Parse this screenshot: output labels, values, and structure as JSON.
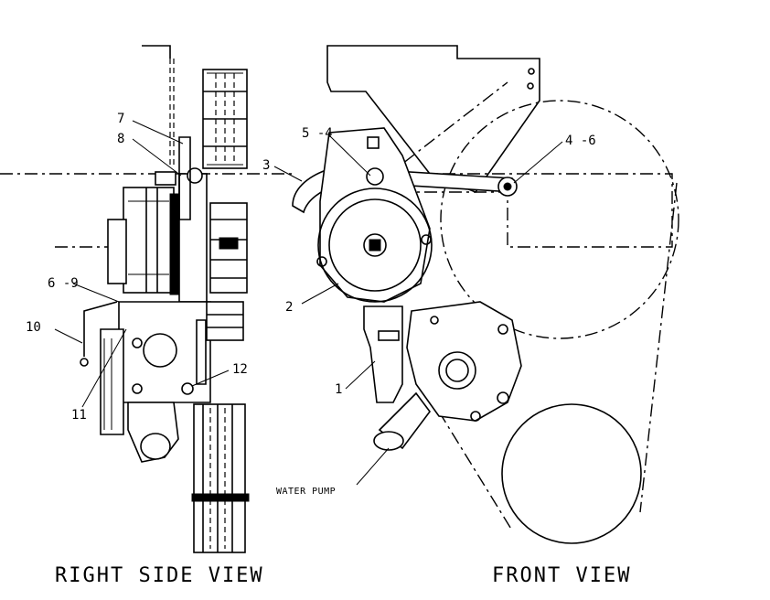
{
  "callouts": {
    "c7": "7",
    "c8": "8",
    "c3": "3",
    "c54": "5 -4",
    "c46": "4 -6",
    "c69": "6 -9",
    "c10": "10",
    "c11": "11",
    "c12": "12",
    "c2": "2",
    "c1": "1"
  },
  "labels": {
    "water_pump": "WATER PUMP"
  },
  "views": {
    "right_side": "RIGHT SIDE VIEW",
    "front": "FRONT VIEW"
  }
}
